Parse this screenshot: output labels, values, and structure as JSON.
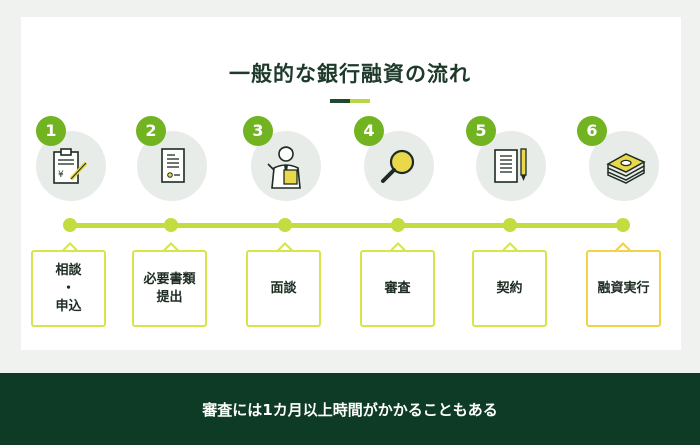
{
  "title": "一般的な銀行融資の流れ",
  "colors": {
    "accent": "#72b322",
    "timeline": "#c5dc40",
    "dark": "#0e3b25",
    "last_box": "#f1d24a"
  },
  "steps": [
    {
      "number": "1",
      "label": "相談\n・\n申込",
      "icon": "document-pen-yen-icon"
    },
    {
      "number": "2",
      "label": "必要書類\n提出",
      "icon": "document-icon"
    },
    {
      "number": "3",
      "label": "面談",
      "icon": "businessman-icon"
    },
    {
      "number": "4",
      "label": "審査",
      "icon": "magnifier-icon"
    },
    {
      "number": "5",
      "label": "契約",
      "icon": "contract-pen-icon"
    },
    {
      "number": "6",
      "label": "融資実行",
      "icon": "money-stack-icon"
    }
  ],
  "footer": {
    "note": "審査には1カ月以上時間がかかることもある"
  }
}
